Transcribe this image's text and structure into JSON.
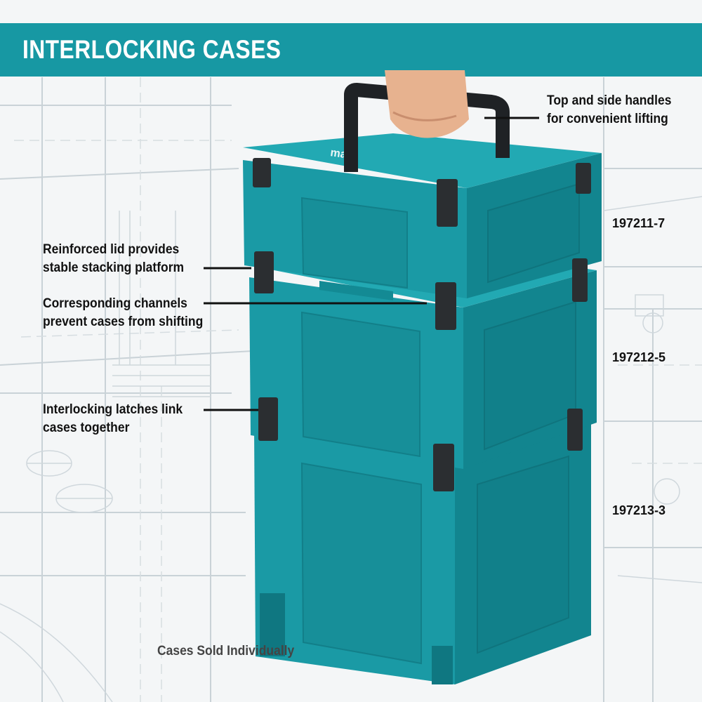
{
  "banner": {
    "title": "INTERLOCKING CASES"
  },
  "callouts": [
    {
      "lines": [
        "Top and side handles",
        "for convenient lifting"
      ]
    },
    {
      "lines": [
        "Reinforced lid provides",
        "stable stacking platform"
      ]
    },
    {
      "lines": [
        "Corresponding channels",
        "prevent cases from shifting"
      ]
    },
    {
      "lines": [
        "Interlocking latches link",
        "cases together"
      ]
    }
  ],
  "models": [
    "197211-7",
    "197212-5",
    "197213-3"
  ],
  "footer_note": "Cases Sold Individually",
  "colors": {
    "banner": "#1798a3",
    "case_body": "#1a9aa5",
    "case_dark": "#107b85",
    "latch": "#2b2e31",
    "blueprint_line": "#c9d2d7"
  },
  "icons": [
    "blueprint-background",
    "hand-image",
    "carry-handle-icon",
    "tool-case-image",
    "latch-icon"
  ]
}
